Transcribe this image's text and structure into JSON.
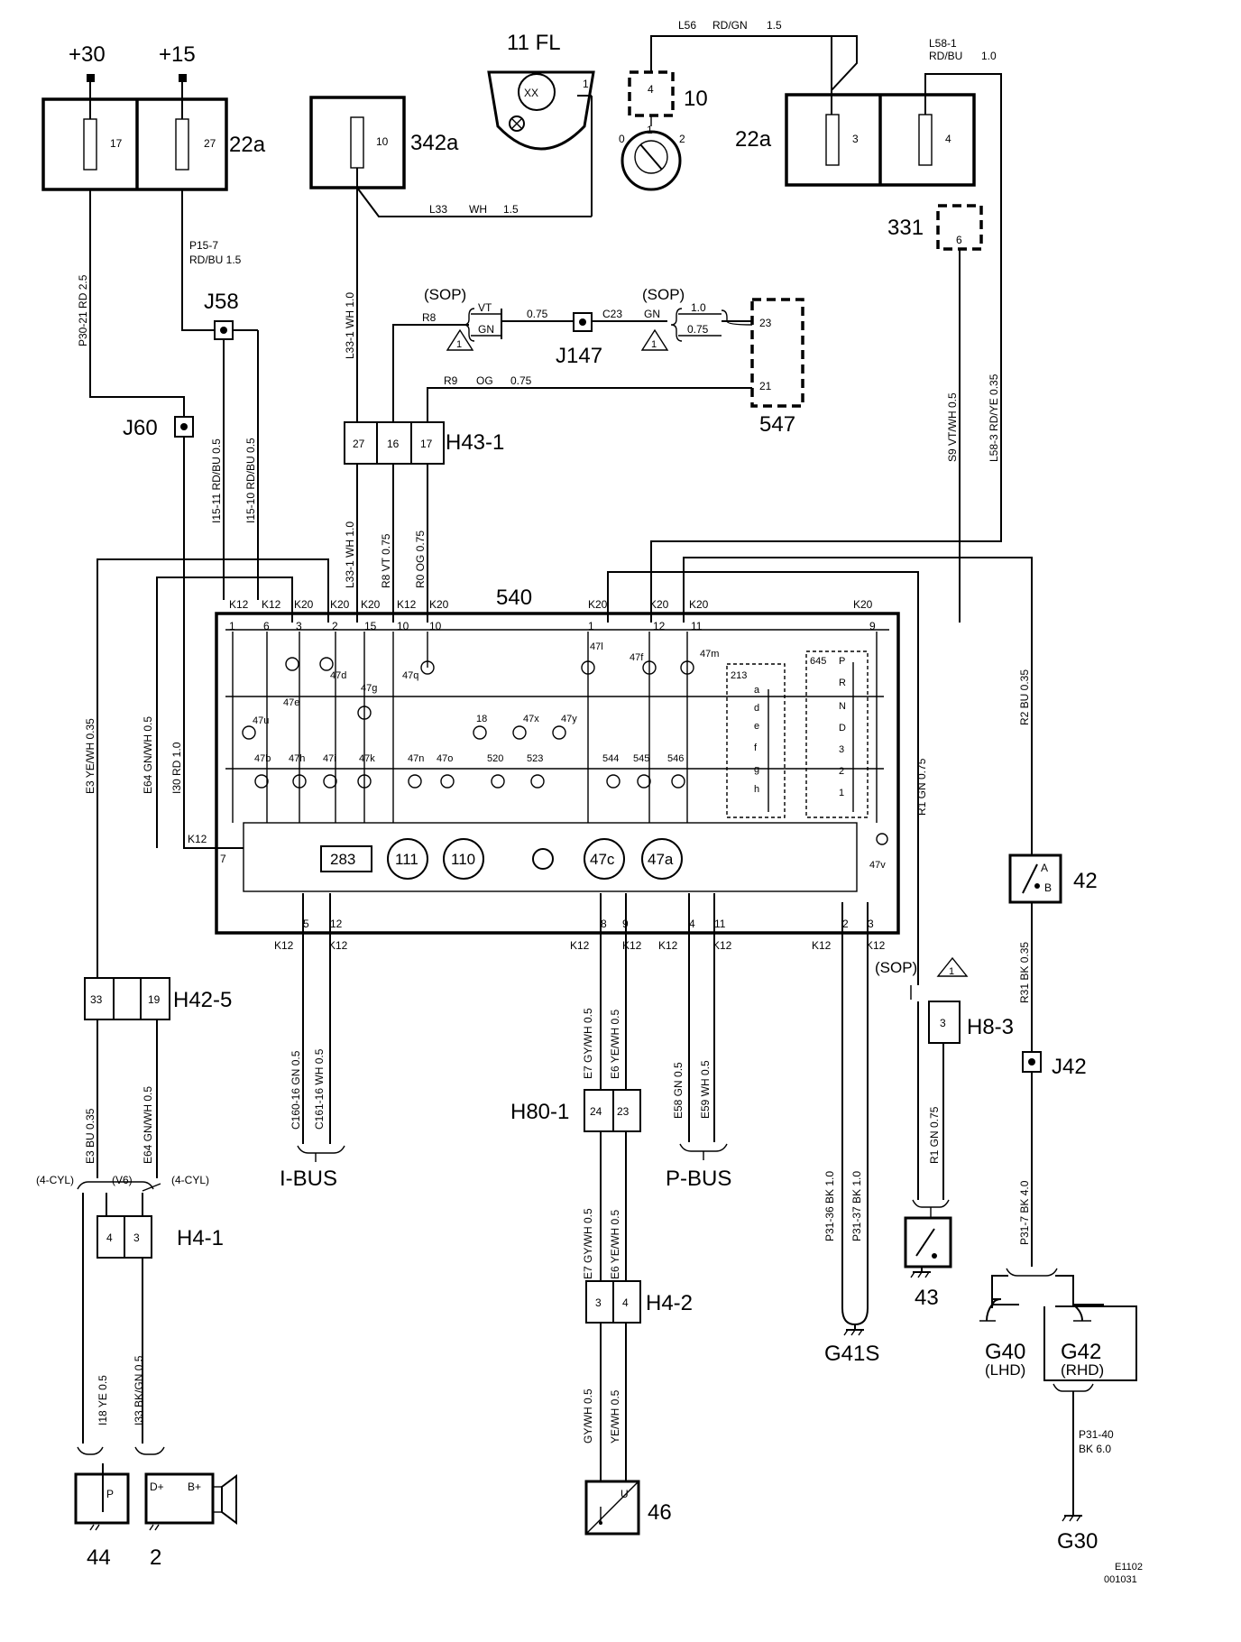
{
  "supplies": {
    "p30": "+30",
    "p15": "+15"
  },
  "components": {
    "c22a_left": "22a",
    "fuse17": "17",
    "fuse27": "27",
    "c342a": "342a",
    "fuse10": "10",
    "c11fl": "11 FL",
    "c11fl_pin": "1",
    "lamp_xx": "XX",
    "c10": "10",
    "c10_pin": "4",
    "ign_pos": [
      "0",
      "1",
      "2"
    ],
    "c22a_right": "22a",
    "fuse3": "3",
    "fuse4": "4",
    "c331": "331",
    "c331_pin": "6",
    "c547": "547",
    "c547_pins": [
      "23",
      "21"
    ],
    "j58": "J58",
    "j60": "J60",
    "j147": "J147",
    "h43_1": "H43-1",
    "h43_1_pins": [
      "27",
      "16",
      "17"
    ],
    "c540": "540",
    "h42_5": "H42-5",
    "h42_5_pins": [
      "33",
      "19"
    ],
    "h80_1": "H80-1",
    "h80_1_pins": [
      "24",
      "23"
    ],
    "c42": "42",
    "c42_a": "A",
    "c42_b": "B",
    "j42": "J42",
    "h8_3": "H8-3",
    "h8_3_pin": "3",
    "h4_1": "H4-1",
    "h4_1_pins": [
      "4",
      "3"
    ],
    "h4_2": "H4-2",
    "h4_2_pins": [
      "3",
      "4"
    ],
    "c43": "43",
    "c46": "46",
    "c46_u": "U",
    "c44": "44",
    "c44_p": "P",
    "c2": "2",
    "c2_d": "D+",
    "c2_b": "B+",
    "g41s": "G41S",
    "g40": "G40",
    "lhd": "(LHD)",
    "g42": "G42",
    "rhd": "(RHD)",
    "g30": "G30",
    "ibus": "I-BUS",
    "pbus": "P-BUS",
    "ref1": "E1102",
    "ref2": "001031"
  },
  "wires": {
    "l56": "L56",
    "l56c": "RD/GN",
    "l56s": "1.5",
    "l58_1": "L58-1",
    "l58_1c": "RD/BU",
    "l58_1s": "1.0",
    "l33": "L33",
    "l33c": "WH",
    "l33s": "1.5",
    "p15_7": "P15-7",
    "p15_7cs": "RD/BU   1.5",
    "p30_21": "P30-21   RD   2.5",
    "l33_1": "L33-1   WH   1.0",
    "s9": "S9   VT/WH   0.5",
    "l58_3": "L58-3   RD/YE   0.35",
    "r8": "R8",
    "vt": "VT",
    "gn": "GN",
    "r8s": "0.75",
    "c23": "C23",
    "c23c": "GN",
    "c23s1": "1.0",
    "c23s2": "0.75",
    "r9": "R9",
    "r9c": "OG",
    "r9s": "0.75",
    "sop": "(SOP)",
    "warn": "1",
    "i15_11": "I15-11   RD/BU   0.5",
    "i15_10": "I15-10   RD/BU   0.5",
    "l33_1b": "L33-1   WH   1.0",
    "r8b": "R8   VT   0.75",
    "r0": "R0   OG   0.75",
    "e3": "E3   YE/WH   0.35",
    "e64": "E64   GN/WH   0.5",
    "i30": "I30   RD   1.0",
    "r2": "R2   BU   0.35",
    "r1": "R1   GN   0.75",
    "r31": "R31   BK   0.35",
    "c160": "C160-16   GN   0.5",
    "c161": "C161-16   WH   0.5",
    "e7": "E7   GY/WH   0.5",
    "e6": "E6   YE/WH   0.5",
    "e58": "E58   GN   0.5",
    "e59": "E59   WH   0.5",
    "p31_36": "P31-36   BK   1.0",
    "p31_37": "P31-37   BK   1.0",
    "r1b": "R1   GN   0.75",
    "p31_7": "P31-7   BK   4.0",
    "e3b": "E3   BU   0.35",
    "e64b": "E64   GN/WH   0.5",
    "e7b": "E7   GY/WH   0.5",
    "e6b": "E6   YE/WH   0.5",
    "e7c": "GY/WH   0.5",
    "e6c": "YE/WH   0.5",
    "i18": "I18   YE   0.5",
    "i33": "I33   BK/GN   0.5",
    "p31_40": "P31-40",
    "p31_40cs": "BK   6.0",
    "cyl4": "(4-CYL)",
    "v6": "(V6)",
    "cyl4b": "(4-CYL)"
  },
  "cluster": {
    "connectors_top": [
      "K12",
      "K12",
      "K20",
      "K20",
      "K20",
      "K12",
      "K20"
    ],
    "connectors_top_r": [
      "K20",
      "K20",
      "K20",
      "K20"
    ],
    "pins_top": [
      "1",
      "6",
      "3",
      "2",
      "15",
      "10",
      "10"
    ],
    "pins_top_r": [
      "1",
      "12",
      "11",
      "9"
    ],
    "pin7": "7",
    "k12_left": "K12",
    "lamps_a": [
      "47e",
      "47d",
      "47g",
      "47q",
      "47l",
      "47f",
      "47m"
    ],
    "lamps_b": [
      "47u",
      "18",
      "47x",
      "47y"
    ],
    "lamps_c": [
      "47b",
      "47h",
      "47i",
      "47k",
      "47n",
      "47o",
      "520",
      "523",
      "544",
      "545",
      "546"
    ],
    "group213": "213",
    "group213_items": [
      "a",
      "d",
      "e",
      "f",
      "g",
      "h"
    ],
    "group645": "645",
    "group645_items": [
      "P",
      "R",
      "N",
      "D",
      "3",
      "2",
      "1"
    ],
    "indicators": [
      "283",
      "111",
      "110",
      "47c",
      "47a"
    ],
    "lamp47v": "47v",
    "pins_bottom": [
      "5",
      "12",
      "8",
      "9",
      "4",
      "11",
      "2",
      "3"
    ],
    "k_bottom": [
      "K12",
      "K12",
      "K12",
      "K12",
      "K12",
      "K12",
      "K12",
      "K12"
    ]
  }
}
